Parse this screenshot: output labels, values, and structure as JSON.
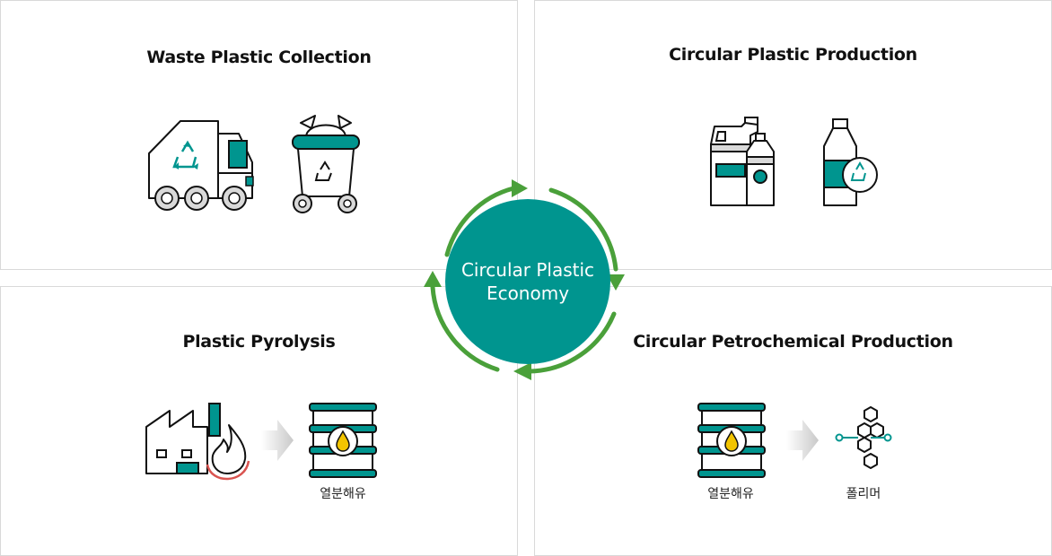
{
  "colors": {
    "teal": "#00958f",
    "green_arrows": "#4aa03a",
    "light_gray": "#d9d9d9",
    "line": "#111111",
    "accent_red": "#d9534f",
    "oil_yellow": "#f2c400"
  },
  "center": {
    "line1": "Circular Plastic",
    "line2": "Economy"
  },
  "panels": {
    "top_left": {
      "title": "Waste Plastic Collection",
      "icons": [
        "garbage-truck-icon",
        "waste-bin-icon"
      ]
    },
    "top_right": {
      "title": "Circular Plastic Production",
      "icons": [
        "plastic-containers-icon",
        "recycled-bottle-icon"
      ]
    },
    "bottom_left": {
      "title": "Plastic Pyrolysis",
      "icons": [
        "factory-fire-icon",
        "arrow-icon",
        "oil-barrel-icon"
      ],
      "caption": "열분해유"
    },
    "bottom_right": {
      "title": "Circular Petrochemical Production",
      "icons": [
        "oil-barrel-icon",
        "arrow-icon",
        "polymer-molecule-icon"
      ],
      "caption_left": "열분해유",
      "caption_right": "폴리머"
    }
  }
}
